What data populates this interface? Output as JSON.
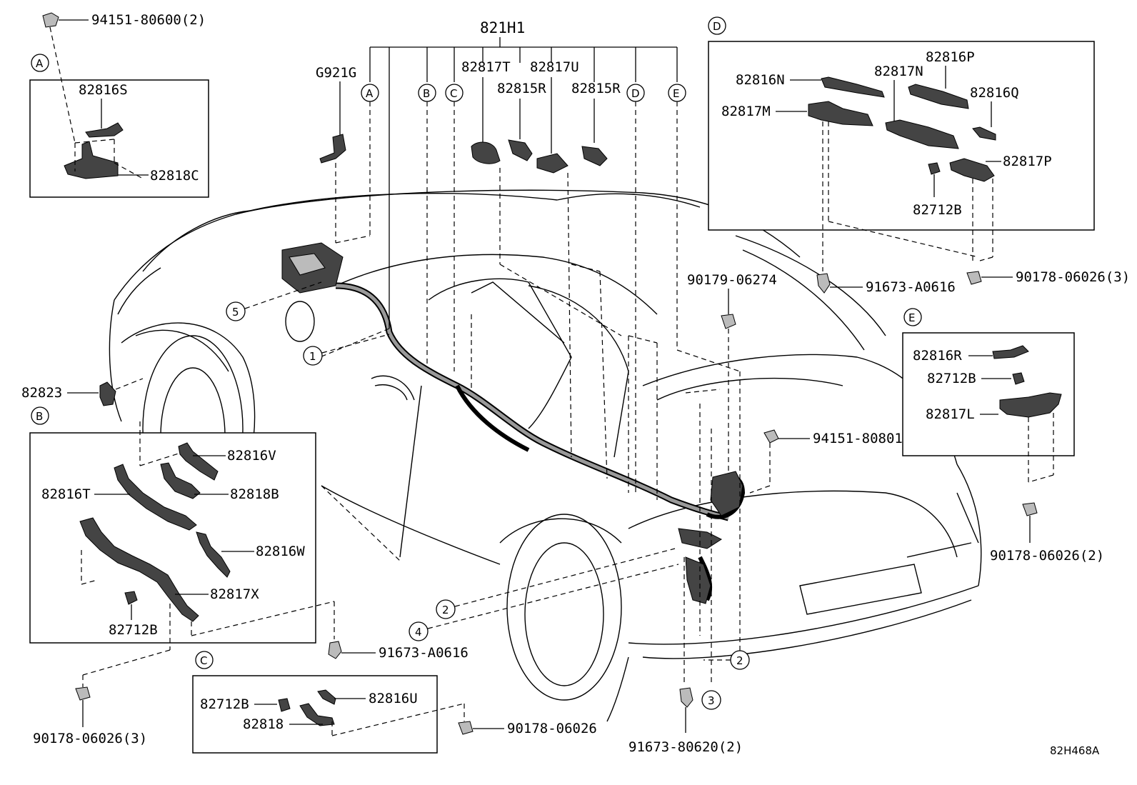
{
  "diagram_ref": "82H468A",
  "main_label": "821H1",
  "callouts": {
    "p_94151_80600": "94151-80600(2)",
    "p_82816S": "82816S",
    "p_82818C": "82818C",
    "p_G921G": "G921G",
    "p_82817T": "82817T",
    "p_82817U": "82817U",
    "p_82815R_1": "82815R",
    "p_82815R_2": "82815R",
    "p_82823": "82823",
    "p_82816V": "82816V",
    "p_82818B": "82818B",
    "p_82816T": "82816T",
    "p_82816W": "82816W",
    "p_82817X": "82817X",
    "p_82712B_B": "82712B",
    "p_91673_A0616_b": "91673-A0616",
    "p_90178_06026_3b": "90178-06026(3)",
    "p_82712B_C": "82712B",
    "p_82816U": "82816U",
    "p_82818": "82818",
    "p_90178_06026": "90178-06026",
    "p_91673_80620": "91673-80620(2)",
    "p_82816N": "82816N",
    "p_82817M": "82817M",
    "p_82817N": "82817N",
    "p_82816P": "82816P",
    "p_82816Q": "82816Q",
    "p_82817P": "82817P",
    "p_82712B_D": "82712B",
    "p_91673_A0616_d": "91673-A0616",
    "p_90178_06026_3d": "90178-06026(3)",
    "p_90179_06274": "90179-06274",
    "p_94151_80801": "94151-80801",
    "p_82816R": "82816R",
    "p_82712B_E": "82712B",
    "p_82817L": "82817L",
    "p_90178_06026_2": "90178-06026(2)"
  },
  "section_letters": {
    "A": "A",
    "B": "B",
    "C": "C",
    "D": "D",
    "E": "E"
  },
  "numbered_refs": {
    "n1": "1",
    "n2a": "2",
    "n2b": "2",
    "n3": "3",
    "n4": "4",
    "n5": "5"
  }
}
